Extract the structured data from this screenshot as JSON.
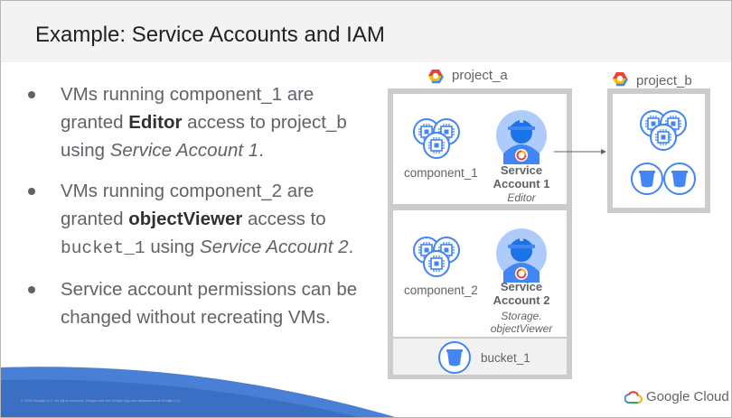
{
  "title": "Example: Service Accounts and IAM",
  "bullets": [
    {
      "pre": "VMs running component_1 are granted ",
      "bold": "Editor",
      "mid": " access to project_b using ",
      "italic": "Service Account 1",
      "post": "."
    },
    {
      "pre": "VMs running component_2 are granted ",
      "bold": "objectViewer",
      "mid": " access to ",
      "mono": "bucket_1",
      "mid2": " using ",
      "italic": "Service Account 2",
      "post": "."
    },
    {
      "text": "Service account permissions can be changed without recreating VMs."
    }
  ],
  "diagram": {
    "project_a": "project_a",
    "project_b": "project_b",
    "component_1": "component_1",
    "component_2": "component_2",
    "sa1_line1": "Service",
    "sa1_line2": "Account 1",
    "sa1_role": "Editor",
    "sa2_line1": "Service",
    "sa2_line2": "Account 2",
    "sa2_role_line1": "Storage.",
    "sa2_role_line2": "objectViewer",
    "bucket": "bucket_1"
  },
  "footer": {
    "brand": "Google Cloud",
    "copyright": "© 2020 Google LLC. All rights reserved. Google and the Google logo are trademarks of Google LLC."
  },
  "colors": {
    "blue": "#4285f4",
    "light_blue": "#e8f0fe",
    "gray_box": "#cccccc",
    "text": "#5f6368"
  }
}
